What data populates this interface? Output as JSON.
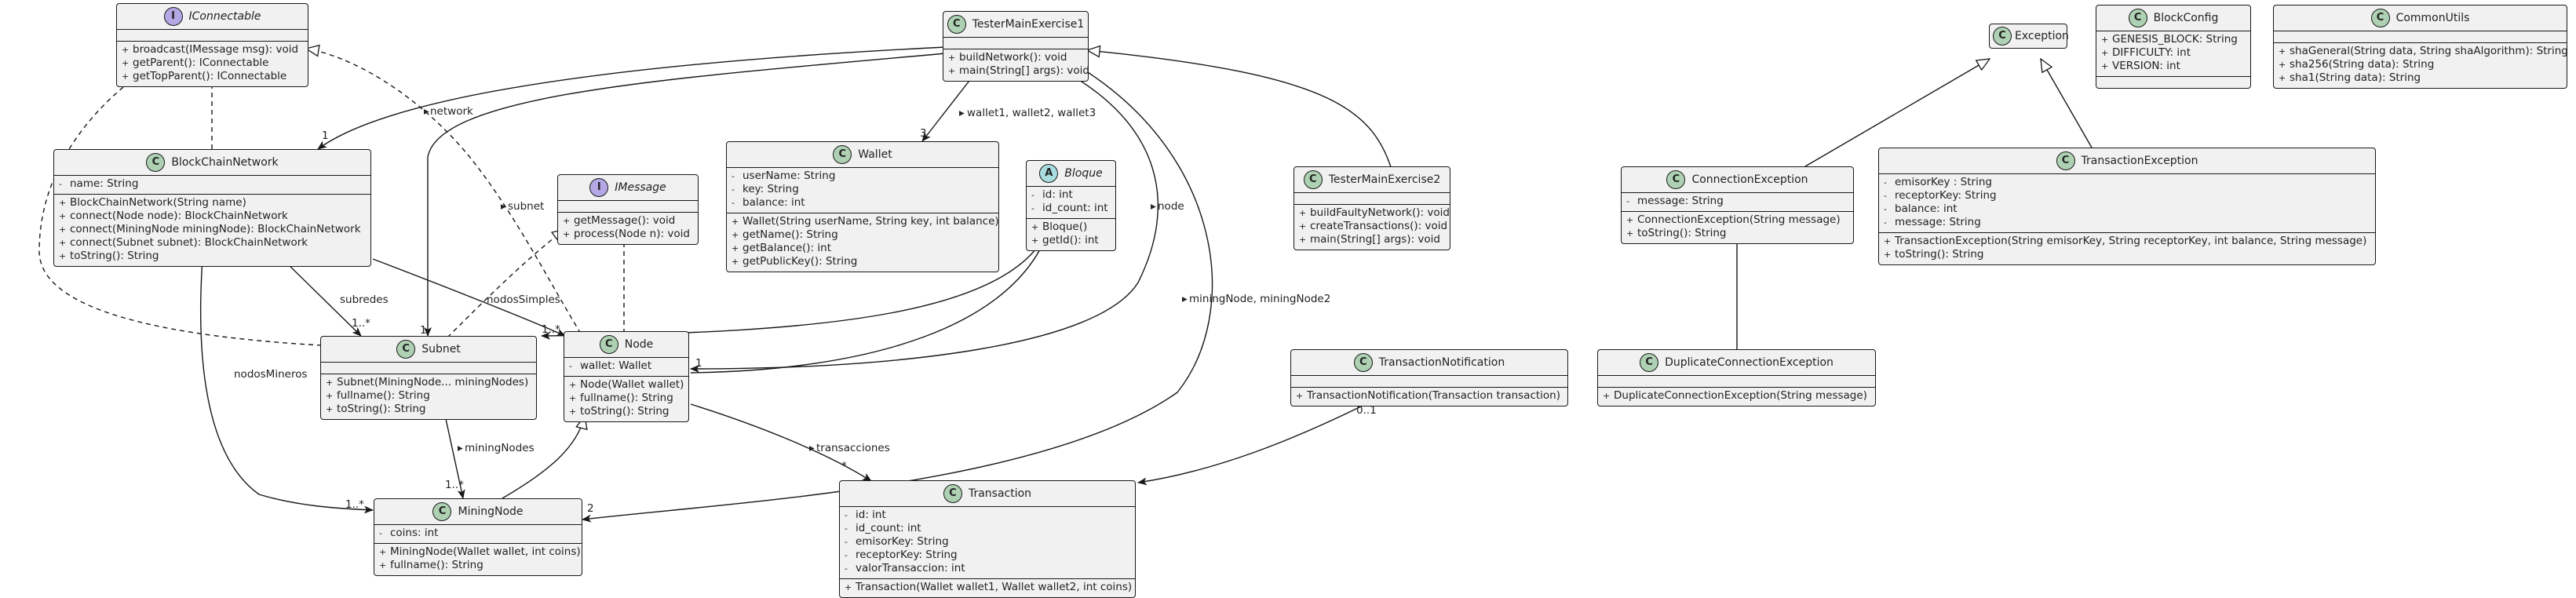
{
  "colors": {
    "class_fill": "#f1f1f1",
    "border": "#181818",
    "class_badge": "#add1b2",
    "interface_badge": "#b4a7e5",
    "abstract_badge": "#a9dcdf"
  },
  "classes": {
    "iconnectable": {
      "badge": "I",
      "name": "IConnectable",
      "fields": [],
      "methods": [
        {
          "vis": "+",
          "text": "broadcast(IMessage msg): void"
        },
        {
          "vis": "+",
          "text": "getParent(): IConnectable"
        },
        {
          "vis": "+",
          "text": "getTopParent(): IConnectable"
        }
      ]
    },
    "tester1": {
      "badge": "C",
      "name": "TesterMainExercise1",
      "fields": [],
      "methods": [
        {
          "vis": "+",
          "text": "buildNetwork(): void"
        },
        {
          "vis": "+",
          "text": "main(String[] args): void"
        }
      ]
    },
    "exception": {
      "badge": "C",
      "name": "Exception"
    },
    "blockconfig": {
      "badge": "C",
      "name": "BlockConfig",
      "fields": [
        {
          "vis": "+",
          "text": "GENESIS_BLOCK: String"
        },
        {
          "vis": "+",
          "text": "DIFFICULTY: int"
        },
        {
          "vis": "+",
          "text": "VERSION: int"
        }
      ],
      "methods": []
    },
    "commonutils": {
      "badge": "C",
      "name": "CommonUtils",
      "fields": [],
      "methods": [
        {
          "vis": "+",
          "text": "shaGeneral(String data, String shaAlgorithm): String"
        },
        {
          "vis": "+",
          "text": "sha256(String data): String"
        },
        {
          "vis": "+",
          "text": "sha1(String data): String"
        }
      ]
    },
    "blockchainnetwork": {
      "badge": "C",
      "name": "BlockChainNetwork",
      "fields": [
        {
          "vis": "-",
          "text": "name: String"
        }
      ],
      "methods": [
        {
          "vis": "+",
          "text": "BlockChainNetwork(String name)"
        },
        {
          "vis": "+",
          "text": "connect(Node node): BlockChainNetwork"
        },
        {
          "vis": "+",
          "text": "connect(MiningNode miningNode): BlockChainNetwork"
        },
        {
          "vis": "+",
          "text": "connect(Subnet subnet): BlockChainNetwork"
        },
        {
          "vis": "+",
          "text": "toString(): String"
        }
      ]
    },
    "wallet": {
      "badge": "C",
      "name": "Wallet",
      "fields": [
        {
          "vis": "-",
          "text": "userName: String"
        },
        {
          "vis": "-",
          "text": "key: String"
        },
        {
          "vis": "-",
          "text": "balance: int"
        }
      ],
      "methods": [
        {
          "vis": "+",
          "text": "Wallet(String userName, String key, int balance)"
        },
        {
          "vis": "+",
          "text": "getName(): String"
        },
        {
          "vis": "+",
          "text": "getBalance(): int"
        },
        {
          "vis": "+",
          "text": "getPublicKey(): String"
        }
      ]
    },
    "imessage": {
      "badge": "I",
      "name": "IMessage",
      "fields": [],
      "methods": [
        {
          "vis": "+",
          "text": "getMessage(): void"
        },
        {
          "vis": "+",
          "text": "process(Node n): void"
        }
      ]
    },
    "bloque": {
      "badge": "A",
      "name": "Bloque",
      "fields": [
        {
          "vis": "-",
          "text": "id: int"
        },
        {
          "vis": "-",
          "text": "id_count: int"
        }
      ],
      "methods": [
        {
          "vis": "+",
          "text": "Bloque()"
        },
        {
          "vis": "+",
          "text": "getId(): int"
        }
      ]
    },
    "tester2": {
      "badge": "C",
      "name": "TesterMainExercise2",
      "fields": [],
      "methods": [
        {
          "vis": "+",
          "text": "buildFaultyNetwork(): void"
        },
        {
          "vis": "+",
          "text": "createTransactions(): void"
        },
        {
          "vis": "+",
          "text": "main(String[] args): void"
        }
      ]
    },
    "connectionexception": {
      "badge": "C",
      "name": "ConnectionException",
      "fields": [
        {
          "vis": "-",
          "text": "message: String"
        }
      ],
      "methods": [
        {
          "vis": "+",
          "text": "ConnectionException(String message)"
        },
        {
          "vis": "+",
          "text": "toString(): String"
        }
      ]
    },
    "transactionexception": {
      "badge": "C",
      "name": "TransactionException",
      "fields": [
        {
          "vis": "-",
          "text": "emisorKey : String"
        },
        {
          "vis": "-",
          "text": "receptorKey: String"
        },
        {
          "vis": "-",
          "text": "balance: int"
        },
        {
          "vis": "-",
          "text": "message: String"
        }
      ],
      "methods": [
        {
          "vis": "+",
          "text": "TransactionException(String emisorKey, String receptorKey, int balance, String message)"
        },
        {
          "vis": "+",
          "text": "toString(): String"
        }
      ]
    },
    "subnet": {
      "badge": "C",
      "name": "Subnet",
      "fields": [],
      "methods": [
        {
          "vis": "+",
          "text": "Subnet(MiningNode... miningNodes)"
        },
        {
          "vis": "+",
          "text": "fullname(): String"
        },
        {
          "vis": "+",
          "text": "toString(): String"
        }
      ]
    },
    "node": {
      "badge": "C",
      "name": "Node",
      "fields": [
        {
          "vis": "-",
          "text": "wallet: Wallet"
        }
      ],
      "methods": [
        {
          "vis": "+",
          "text": "Node(Wallet wallet)"
        },
        {
          "vis": "+",
          "text": "fullname(): String"
        },
        {
          "vis": "+",
          "text": "toString(): String"
        }
      ]
    },
    "transactionnotification": {
      "badge": "C",
      "name": "TransactionNotification",
      "fields": [],
      "methods": [
        {
          "vis": "+",
          "text": "TransactionNotification(Transaction transaction)"
        }
      ]
    },
    "duplicateconnectionexception": {
      "badge": "C",
      "name": "DuplicateConnectionException",
      "fields": [],
      "methods": [
        {
          "vis": "+",
          "text": "DuplicateConnectionException(String message)"
        }
      ]
    },
    "miningnode": {
      "badge": "C",
      "name": "MiningNode",
      "fields": [
        {
          "vis": "-",
          "text": "coins: int"
        }
      ],
      "methods": [
        {
          "vis": "+",
          "text": "MiningNode(Wallet wallet, int coins)"
        },
        {
          "vis": "+",
          "text": "fullname(): String"
        }
      ]
    },
    "transaction": {
      "badge": "C",
      "name": "Transaction",
      "fields": [
        {
          "vis": "-",
          "text": "id: int"
        },
        {
          "vis": "-",
          "text": "id_count: int"
        },
        {
          "vis": "-",
          "text": "emisorKey: String"
        },
        {
          "vis": "-",
          "text": "receptorKey: String"
        },
        {
          "vis": "-",
          "text": "valorTransaccion: int"
        }
      ],
      "methods": [
        {
          "vis": "+",
          "text": "Transaction(Wallet wallet1, Wallet wallet2, int coins)"
        }
      ]
    }
  },
  "labels": {
    "network": "network",
    "wallets": "wallet1, wallet2, wallet3",
    "node": "node",
    "subnet": "subnet",
    "subredes": "subredes",
    "nodossimples": "nodosSimples",
    "nodosmineros": "nodosMineros",
    "miningnodes": "miningNodes",
    "transacciones": "transacciones",
    "miningnode12": "miningNode, miningNode2"
  },
  "multiplicities": {
    "m1": "1",
    "m3": "3",
    "m1_subnet": "1",
    "m1_node": "1",
    "m1_star_a": "1..*",
    "m1_star_b": "1..*",
    "m1_star_c": "1..*",
    "m1_star_d": "1..*",
    "m2": "2",
    "m1_node2": "1",
    "mstar": "*",
    "m01": "0..1"
  }
}
